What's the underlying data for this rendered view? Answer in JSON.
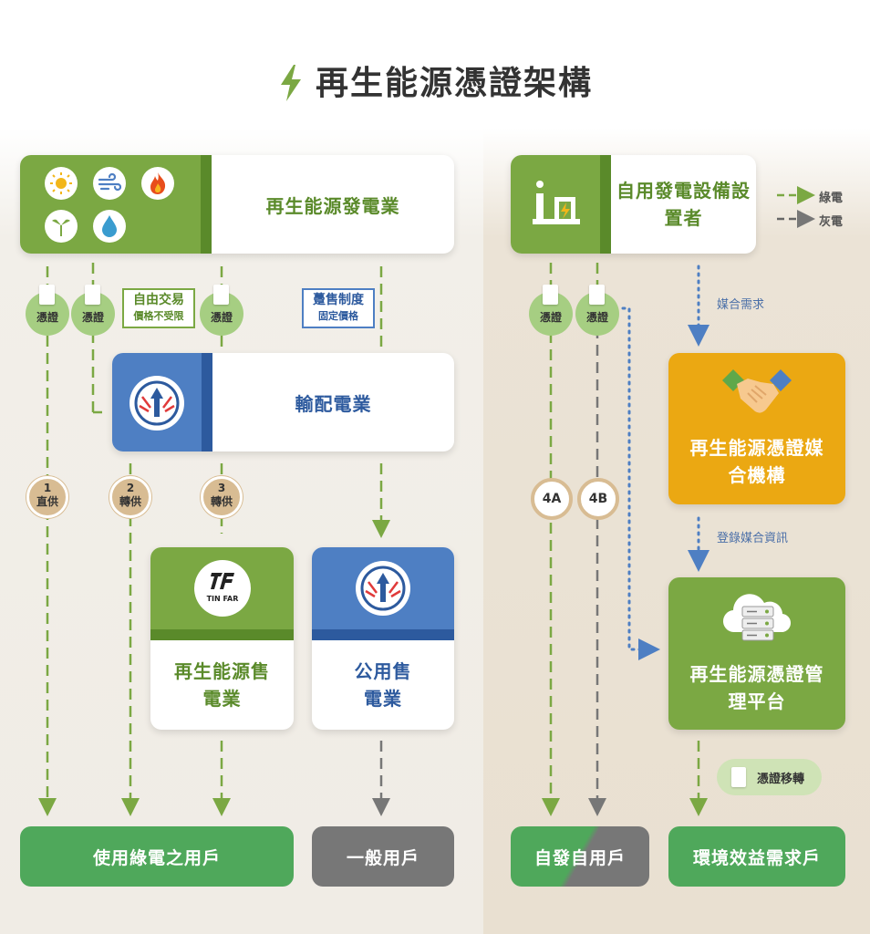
{
  "title": "再生能源憑證架構",
  "colors": {
    "green": "#7ba843",
    "dark_green": "#5a8a2a",
    "blue": "#4e7fc3",
    "dark_blue": "#2d5a9e",
    "orange": "#eba812",
    "tan": "#d8bc93",
    "grey": "#777777"
  },
  "legend": {
    "green": "綠電",
    "grey": "灰電"
  },
  "nodes": {
    "generator": "再生能源發電業",
    "self_generator": "自用發電設備設置者",
    "grid": "輸配電業",
    "tinfar_logo": "TIN FAR",
    "re_retailer": "再生能源售電業",
    "public_retailer": "公用售電業",
    "matching": "再生能源憑證媒合機構",
    "platform": "再生能源憑證管理平台"
  },
  "certificate": "憑證",
  "notes": {
    "free_trade": {
      "line1": "自由交易",
      "line2": "價格不受限"
    },
    "wholesale": {
      "line1": "躉售制度",
      "line2": "固定價格"
    }
  },
  "routes": [
    {
      "num": "1",
      "label": "直供"
    },
    {
      "num": "2",
      "label": "轉供"
    },
    {
      "num": "3",
      "label": "轉供"
    },
    {
      "num": "4A",
      "label": ""
    },
    {
      "num": "4B",
      "label": ""
    }
  ],
  "side_labels": {
    "matching_demand": "媒合需求",
    "register_info": "登錄媒合資訊",
    "cert_transfer": "憑證移轉"
  },
  "outputs": {
    "green_users": "使用綠電之用戶",
    "general_users": "一般用戶",
    "self_use": "自發自用戶",
    "env_users": "環境效益需求戶"
  }
}
